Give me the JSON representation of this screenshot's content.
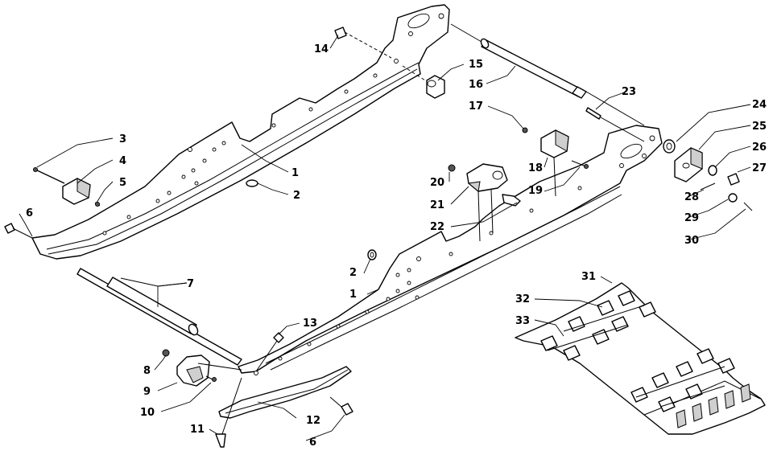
{
  "diagram": {
    "callouts": [
      {
        "id": "c1a",
        "label": "1"
      },
      {
        "id": "c1b",
        "label": "1"
      },
      {
        "id": "c2a",
        "label": "2"
      },
      {
        "id": "c2b",
        "label": "2"
      },
      {
        "id": "c3",
        "label": "3"
      },
      {
        "id": "c4",
        "label": "4"
      },
      {
        "id": "c5",
        "label": "5"
      },
      {
        "id": "c6a",
        "label": "6"
      },
      {
        "id": "c6b",
        "label": "6"
      },
      {
        "id": "c7",
        "label": "7"
      },
      {
        "id": "c8",
        "label": "8"
      },
      {
        "id": "c9",
        "label": "9"
      },
      {
        "id": "c10",
        "label": "10"
      },
      {
        "id": "c11",
        "label": "11"
      },
      {
        "id": "c12",
        "label": "12"
      },
      {
        "id": "c13",
        "label": "13"
      },
      {
        "id": "c14",
        "label": "14"
      },
      {
        "id": "c15",
        "label": "15"
      },
      {
        "id": "c16",
        "label": "16"
      },
      {
        "id": "c17",
        "label": "17"
      },
      {
        "id": "c18",
        "label": "18"
      },
      {
        "id": "c19",
        "label": "19"
      },
      {
        "id": "c20",
        "label": "20"
      },
      {
        "id": "c21",
        "label": "21"
      },
      {
        "id": "c22",
        "label": "22"
      },
      {
        "id": "c23",
        "label": "23"
      },
      {
        "id": "c24",
        "label": "24"
      },
      {
        "id": "c25",
        "label": "25"
      },
      {
        "id": "c26",
        "label": "26"
      },
      {
        "id": "c27",
        "label": "27"
      },
      {
        "id": "c28",
        "label": "28"
      },
      {
        "id": "c29",
        "label": "29"
      },
      {
        "id": "c30",
        "label": "30"
      },
      {
        "id": "c31",
        "label": "31"
      },
      {
        "id": "c32",
        "label": "32"
      },
      {
        "id": "c33",
        "label": "33"
      }
    ]
  }
}
